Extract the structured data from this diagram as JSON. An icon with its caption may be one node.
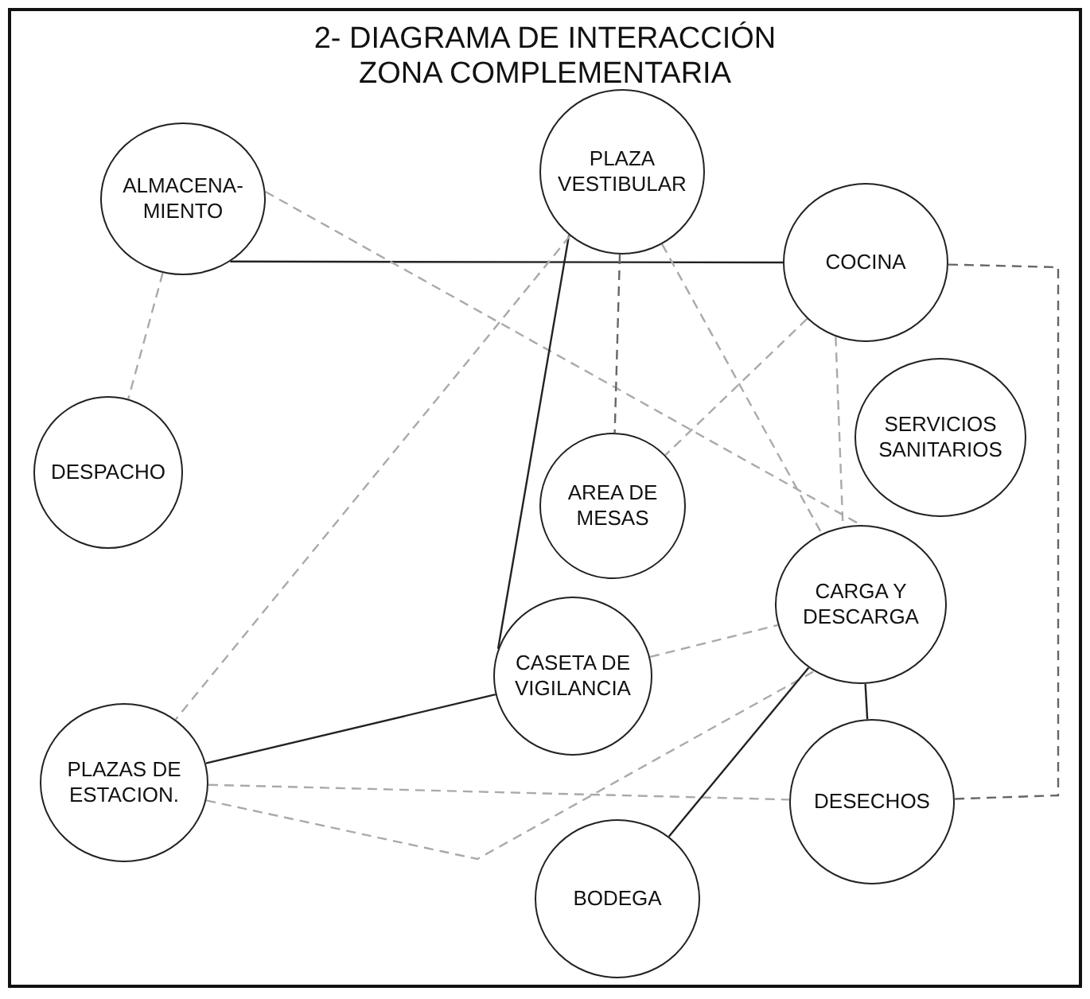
{
  "diagram": {
    "title": "2- DIAGRAMA DE INTERACCIÓN ZONA COMPLEMENTARIA",
    "nodes": [
      {
        "text": [
          "ALMACENA- MIENTO"
        ]
      },
      {
        "text": [
          "PLAZA VESTIBULAR"
        ]
      },
      {
        "text": [
          "COCINA"
        ]
      },
      {
        "text": [
          "DESPACHO"
        ]
      },
      {
        "text": [
          "SERVICIOS SANITARIOS"
        ]
      },
      {
        "text": [
          "AREA DE MESAS"
        ]
      },
      {
        "text": [
          "CARGA Y DESCARGA"
        ]
      },
      {
        "text": [
          "CASETA DE VIGILANCIA"
        ]
      },
      {
        "text": [
          "PLAZAS DE ESTACION."
        ]
      },
      {
        "text": [
          "DESECHOS"
        ]
      },
      {
        "text": [
          "BODEGA"
        ]
      }
    ],
    "edges": [
      {
        "from": 0,
        "to": 2,
        "arrow": "none",
        "color": "#222222"
      },
      {
        "from": 0,
        "to": 3,
        "arrow": "none",
        "style": "dashed",
        "color": "#aaaaaa"
      },
      {
        "from": 0,
        "to": 6,
        "arrow": "none",
        "style": "dashed",
        "color": "#aaaaaa"
      },
      {
        "from": 1,
        "to": 5,
        "arrow": "none",
        "style": "dashed",
        "color": "#666666"
      },
      {
        "from": 1,
        "to": 6,
        "arrow": "none",
        "style": "dashed",
        "color": "#aaaaaa"
      },
      {
        "from": 1,
        "to": 7,
        "arrow": "none",
        "color": "#222222"
      },
      {
        "from": 1,
        "to": 8,
        "arrow": "none",
        "style": "dashed",
        "color": "#aaaaaa"
      },
      {
        "from": 2,
        "to": 5,
        "arrow": "none",
        "style": "dashed",
        "color": "#aaaaaa"
      },
      {
        "from": 2,
        "to": 6,
        "arrow": "none",
        "style": "dashed",
        "color": "#aaaaaa"
      },
      {
        "from": 2,
        "to": 9,
        "arrow": "none",
        "style": "dashed",
        "color": "#666666"
      },
      {
        "from": 8,
        "to": 7,
        "arrow": "none",
        "color": "#222222"
      },
      {
        "from": 8,
        "to": 9,
        "arrow": "none",
        "style": "dashed",
        "color": "#aaaaaa"
      },
      {
        "from": 8,
        "to": 6,
        "arrow": "none",
        "style": "dashed",
        "color": "#aaaaaa"
      },
      {
        "from": 7,
        "to": 6,
        "arrow": "none",
        "style": "dashed",
        "color": "#aaaaaa"
      },
      {
        "from": 6,
        "to": 9,
        "arrow": "none",
        "color": "#222222"
      },
      {
        "from": 6,
        "to": 10,
        "arrow": "none",
        "color": "#222222"
      }
    ]
  }
}
